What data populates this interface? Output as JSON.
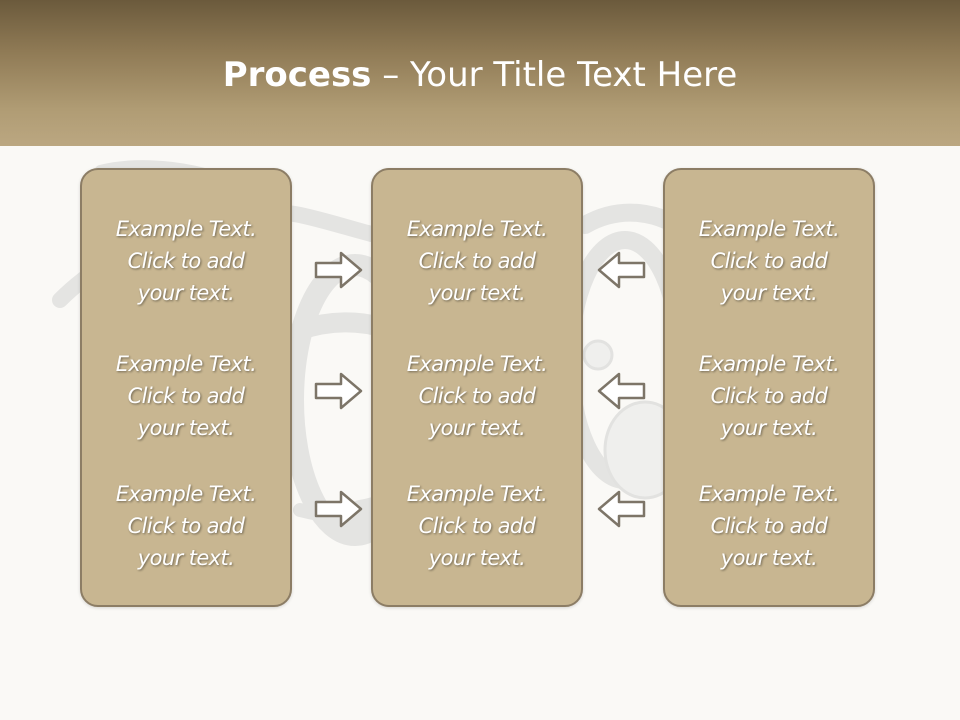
{
  "slide": {
    "title_bold": "Process",
    "title_rest": " – Your Title Text Here"
  },
  "panels": [
    {
      "blocks": [
        {
          "line1": "Example Text.",
          "line2": "Click  to add",
          "line3": "your text."
        },
        {
          "line1": "Example Text.",
          "line2": "Click  to add",
          "line3": "your text."
        },
        {
          "line1": "Example Text.",
          "line2": "Click  to add",
          "line3": "your text."
        }
      ]
    },
    {
      "blocks": [
        {
          "line1": "Example Text.",
          "line2": "Click  to add",
          "line3": "your text."
        },
        {
          "line1": "Example Text.",
          "line2": "Click  to add",
          "line3": "your text."
        },
        {
          "line1": "Example Text.",
          "line2": "Click  to add",
          "line3": "your text."
        }
      ]
    },
    {
      "blocks": [
        {
          "line1": "Example Text.",
          "line2": "Click  to add",
          "line3": "your text."
        },
        {
          "line1": "Example Text.",
          "line2": "Click  to add",
          "line3": "your text."
        },
        {
          "line1": "Example Text.",
          "line2": "Click  to add",
          "line3": "your text."
        }
      ]
    }
  ],
  "icons": {
    "right_arrow": "arrow-right-icon",
    "left_arrow": "arrow-left-icon",
    "background": "stethoscope-image"
  },
  "colors": {
    "header_dark": "#6b5a3c",
    "header_light": "#bba781",
    "panel_fill": "#c8b691",
    "panel_border": "#8c7d65",
    "background": "#faf9f6"
  }
}
